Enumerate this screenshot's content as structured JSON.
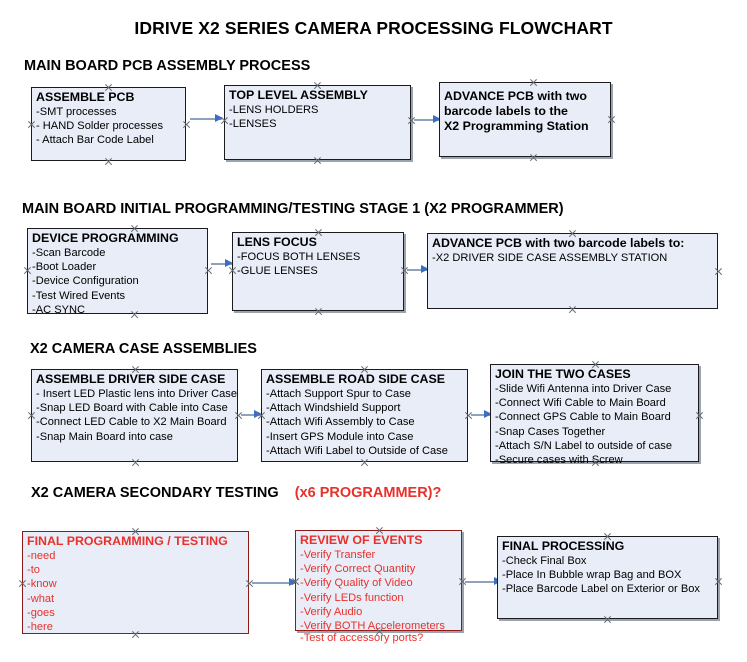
{
  "document": {
    "title": "IDRIVE X2  SERIES CAMERA PROCESSING FLOWCHART"
  },
  "colors": {
    "node_fill": "#e8edf7",
    "node_border": "#1b1b1b",
    "red_text": "#e8312b",
    "red_border": "#8e1b17",
    "connector_line": "#8da2bd",
    "arrowhead": "#3d6ec4",
    "page_background": "#ffffff",
    "text": "#000000"
  },
  "sections": [
    {
      "id": "main-board-pcb-assembly",
      "heading": "MAIN BOARD PCB ASSEMBLY PROCESS",
      "heading_accent": "",
      "nodes": [
        {
          "id": "assemble-pcb",
          "title": "ASSEMBLE PCB",
          "items": [
            "-SMT processes",
            "- HAND Solder processes",
            "- Attach Bar Code Label"
          ]
        },
        {
          "id": "top-level-assembly",
          "title": "TOP LEVEL ASSEMBLY",
          "items": [
            "-LENS HOLDERS",
            "-LENSES"
          ]
        },
        {
          "id": "advance-pcb-programming-station",
          "title": "ADVANCE PCB with two",
          "title_lines": [
            "ADVANCE PCB with two",
            "barcode labels to the",
            " X2 Programming Station"
          ],
          "items": []
        }
      ]
    },
    {
      "id": "main-board-initial-programming",
      "heading": "MAIN BOARD INITIAL PROGRAMMING/TESTING STAGE 1 (X2 PROGRAMMER)",
      "heading_accent": "",
      "nodes": [
        {
          "id": "device-programming",
          "title": "DEVICE PROGRAMMING",
          "items": [
            "-Scan Barcode",
            "-Boot Loader",
            "-Device Configuration",
            "-Test Wired Events",
            "-AC SYNC"
          ]
        },
        {
          "id": "lens-focus",
          "title": "LENS FOCUS",
          "items": [
            "-FOCUS BOTH LENSES",
            "-GLUE LENSES"
          ]
        },
        {
          "id": "advance-pcb-driver-side-station",
          "title": "ADVANCE PCB with two barcode labels to:",
          "items": [
            "-X2 DRIVER  SIDE  CASE  ASSEMBLY STATION"
          ]
        }
      ]
    },
    {
      "id": "x2-camera-case-assemblies",
      "heading": "X2 CAMERA CASE ASSEMBLIES",
      "heading_accent": "",
      "nodes": [
        {
          "id": "assemble-driver-side-case",
          "title": "ASSEMBLE DRIVER SIDE CASE",
          "items": [
            "- Insert LED Plastic lens into Driver Case",
            "-Snap LED Board with Cable into Case",
            "-Connect LED Cable to X2 Main Board",
            "-Snap Main Board into case"
          ]
        },
        {
          "id": "assemble-road-side-case",
          "title": "ASSEMBLE ROAD SIDE CASE",
          "items": [
            "-Attach Support Spur to Case",
            "-Attach Windshield Support",
            "-Attach Wifi Assembly to Case",
            "-Insert GPS Module into Case",
            "-Attach Wifi Label to Outside of Case"
          ]
        },
        {
          "id": "join-the-two-cases",
          "title": "JOIN THE TWO CASES",
          "items": [
            "-Slide Wifi Antenna into Driver Case",
            "-Connect Wifi Cable to Main Board",
            "-Connect GPS Cable to Main Board",
            "-Snap Cases Together",
            "-Attach S/N Label to outside of case",
            "-Secure cases with Screw"
          ]
        }
      ]
    },
    {
      "id": "x2-camera-secondary-testing",
      "heading": "X2 CAMERA SECONDARY TESTING",
      "heading_accent": "(x6 PROGRAMMER)?",
      "nodes": [
        {
          "id": "final-programming-testing",
          "title": "FINAL PROGRAMMING / TESTING",
          "items": [
            "-need",
            "-to",
            "-know",
            "-what",
            "-goes",
            "-here"
          ]
        },
        {
          "id": "review-of-events",
          "title": "REVIEW OF EVENTS",
          "items": [
            "-Verify Transfer",
            "-Verify Correct Quantity",
            "-Verify Quality of Video",
            "-Verify LEDs function",
            "-Verify Audio",
            "-Verify BOTH Accelerometers"
          ],
          "overflow_item": "-Test of accessory ports?"
        },
        {
          "id": "final-processing",
          "title": "FINAL PROCESSING",
          "items": [
            " -Check Final Box",
            "-Place In Bubble wrap Bag and BOX",
            "-Place Barcode Label on Exterior or Box"
          ]
        }
      ]
    }
  ]
}
